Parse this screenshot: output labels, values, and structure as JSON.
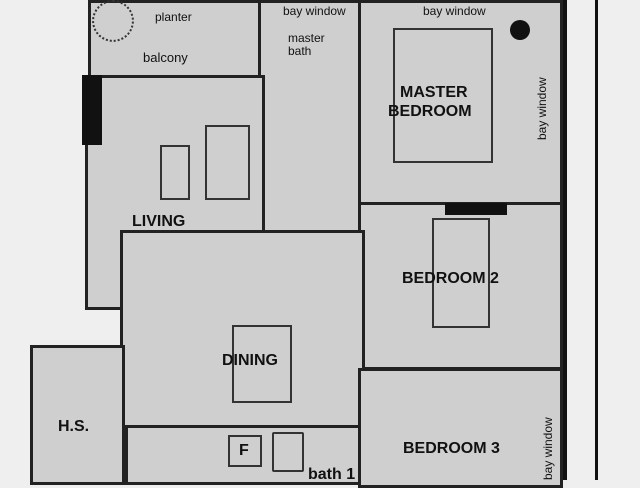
{
  "labels": {
    "planter": "planter",
    "bay_window_bath": "bay window",
    "bay_window_master": "bay window",
    "master_bath": "master bath",
    "balcony": "balcony",
    "master_bedroom_line1": "MASTER",
    "master_bedroom_line2": "BEDROOM",
    "bay_window_side": "bay window",
    "living": "LIVING",
    "bedroom2": "BEDROOM 2",
    "dining": "DINING",
    "hs": "H.S.",
    "fridge": "F",
    "bath1": "bath 1",
    "bedroom3": "BEDROOM 3",
    "bay_window_bed3": "bay window"
  }
}
